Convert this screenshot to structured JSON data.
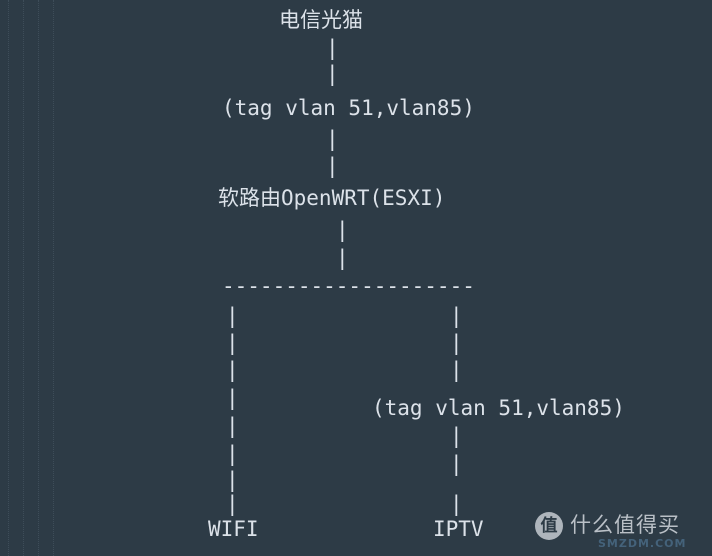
{
  "theme": {
    "background": "#2d3b46",
    "text": "#dce2e9",
    "guide": "#3e4d59",
    "watermark_text": "#c6ccd2",
    "watermark_domain": "#47667f",
    "watermark_circle": "#b9c0c6"
  },
  "diagram": {
    "node_modem": "电信光猫",
    "tag_vlan_top": "(tag vlan 51,vlan85)",
    "node_router": "软路由OpenWRT(ESXI)",
    "branch_line": "--------------------",
    "tag_vlan_right": "(tag vlan 51,vlan85)",
    "node_wifi": "WIFI",
    "node_iptv": "IPTV",
    "pipe": "|"
  },
  "watermark": {
    "logo_char": "值",
    "brand": "什么值得买",
    "domain": "SMZDM.COM"
  }
}
